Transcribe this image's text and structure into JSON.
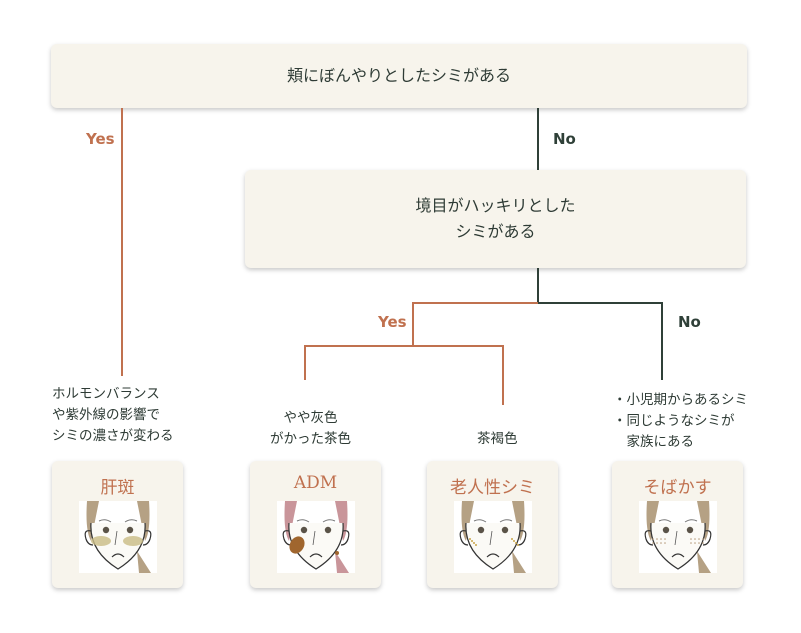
{
  "q1": "頬にぼんやりとしたシミがある",
  "q2_lines": [
    "境目がハッキリとした",
    "シミがある"
  ],
  "yes": "Yes",
  "no": "No",
  "desc_kanpan": "ホルモンバランス\nや紫外線の影響で\nシミの濃さが変わる",
  "desc_adm": "やや灰色\nがかった茶色",
  "desc_roujin": "茶褐色",
  "desc_sobakasu": "・小児期からあるシミ\n・同じようなシミが\n　家族にある",
  "cards": [
    {
      "title": "肝斑",
      "spot": "#c9bb84"
    },
    {
      "title": "ADM",
      "spot": "#a0662e"
    },
    {
      "title": "老人性シミ",
      "spot": "#c9a54a"
    },
    {
      "title": "そばかす",
      "spot": "#b59a7a"
    }
  ],
  "colors": {
    "yes": "#c0714f",
    "no": "#2f4038",
    "box": "#f7f4ec"
  }
}
